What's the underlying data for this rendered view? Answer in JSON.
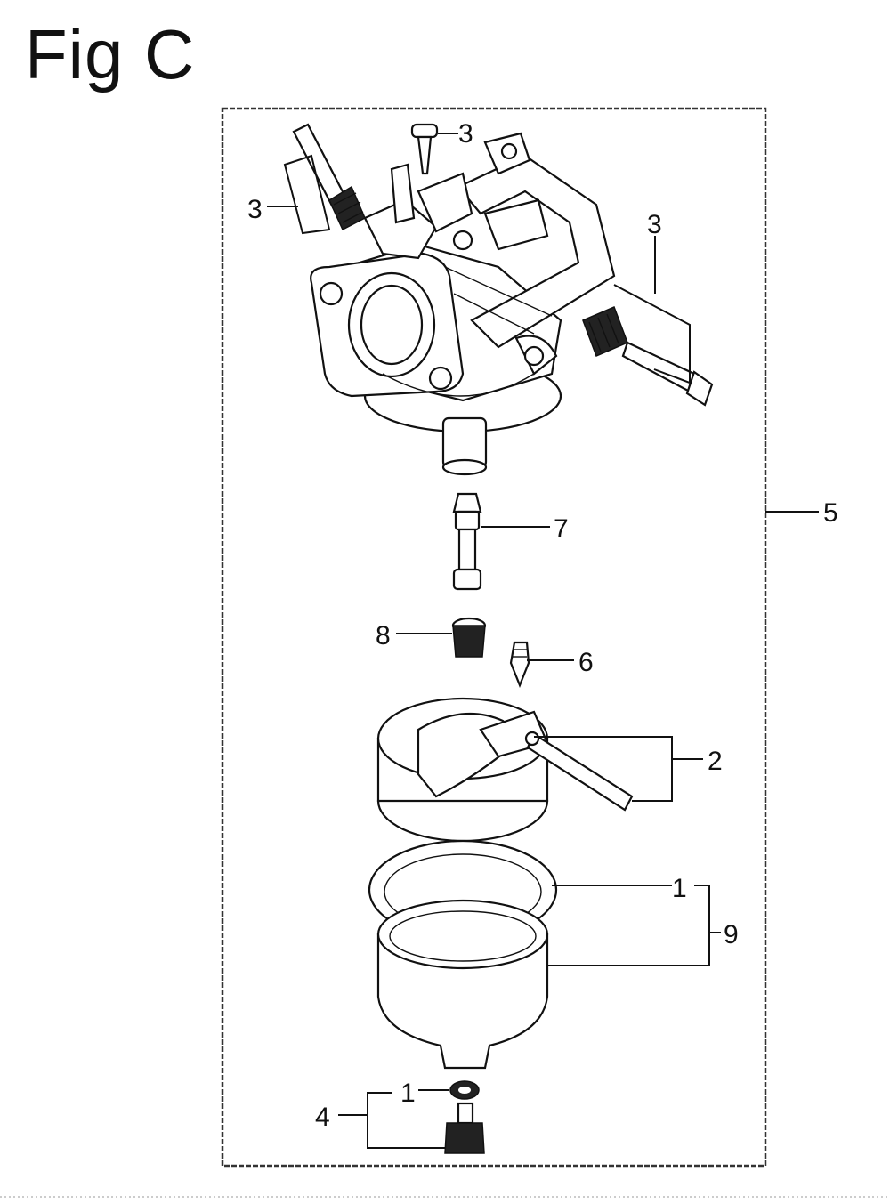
{
  "figure": {
    "title": "Fig C"
  },
  "callouts": {
    "c3_top_left": "3",
    "c3_top_mid": "3",
    "c3_right": "3",
    "c5": "5",
    "c7": "7",
    "c8": "8",
    "c6": "6",
    "c2": "2",
    "c1_mid": "1",
    "c9": "9",
    "c1_bottom": "1",
    "c4": "4"
  }
}
